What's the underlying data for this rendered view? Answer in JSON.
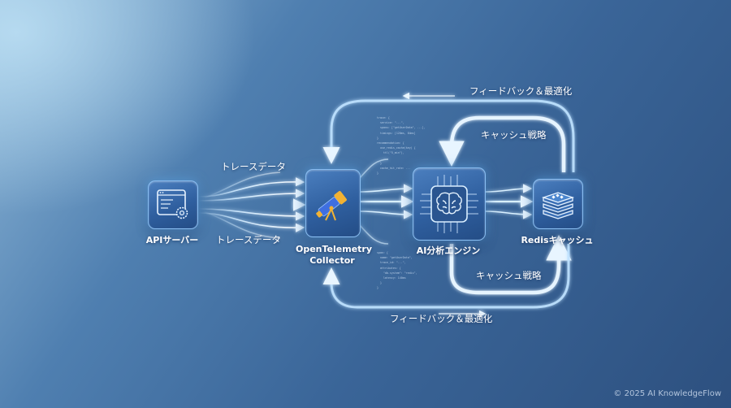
{
  "nodes": {
    "api_server": "APIサーバー",
    "collector_line1": "OpenTelemetry",
    "collector_line2": "Collector",
    "ai_engine": "AI分析エンジン",
    "redis": "Redisキャッシュ"
  },
  "edges": {
    "trace_top": "トレースデータ",
    "trace_bottom": "トレースデータ",
    "feedback_top": "フィードバック＆最適化",
    "feedback_bottom": "フィードバック＆最適化",
    "cache_strategy_top": "キャッシュ戦略",
    "cache_strategy_bottom": "キャッシュ戦略"
  },
  "icons": {
    "api_server": "server-window-gear-icon",
    "collector": "telescope-icon",
    "ai_engine": "brain-chip-icon",
    "redis": "redis-stack-icon"
  },
  "colors": {
    "flow": "#cfeaff",
    "glow": "#8fd0ff",
    "telescope_body": "#3f6fe0",
    "telescope_accent": "#f2b233"
  },
  "code_snippets": {
    "top": "trace: {\n  service: \"...\",\n  spans: [\"getUserData\", ...],\n  timings: [120ms, 84ms]\n}\nrecommendation: {\n  use_redis_cache(key) {\n    ttl(\"5_min\"),\n    ...\n  }\n  cache_hit_rate: ...\n}",
    "bottom": "span: {\n  name: \"getUserData\",\n  trace_id: \"...\",\n  attributes: {\n    \"db.system\": \"redis\",\n    latency: 140ms\n  }\n}"
  },
  "footer": {
    "copyright": "© 2025 AI KnowledgeFlow"
  }
}
